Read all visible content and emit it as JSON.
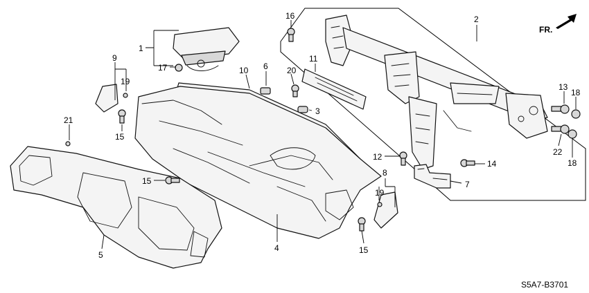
{
  "callouts": {
    "c1": "1",
    "c2": "2",
    "c3": "3",
    "c4": "4",
    "c5": "5",
    "c6": "6",
    "c7": "7",
    "c8": "8",
    "c9": "9",
    "c10": "10",
    "c11": "11",
    "c12": "12",
    "c13": "13",
    "c14": "14",
    "c15a": "15",
    "c15b": "15",
    "c15c": "15",
    "c16": "16",
    "c17": "17",
    "c18a": "18",
    "c18b": "18",
    "c19a": "19",
    "c19b": "19",
    "c20": "20",
    "c21": "21",
    "c22": "22"
  },
  "direction_label": "FR.",
  "diagram_code": "S5A7-B3701",
  "icons": {
    "front_arrow": "front-direction-arrow-icon"
  }
}
